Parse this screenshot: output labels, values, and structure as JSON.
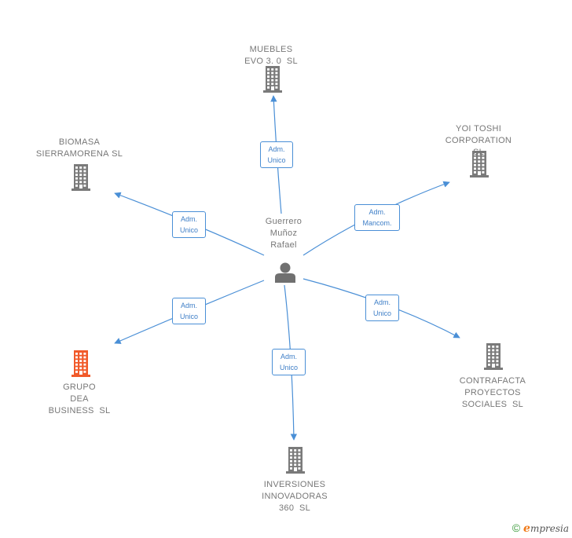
{
  "center": {
    "name": "Guerrero\nMuñoz\nRafael",
    "icon": "person-icon"
  },
  "companies": [
    {
      "id": "muebles",
      "name": "MUEBLES\nEVO 3. 0  SL",
      "role": "Adm.\nUnico",
      "highlight": false
    },
    {
      "id": "yoi",
      "name": "YOI TOSHI\nCORPORATION\nSL",
      "role": "Adm.\nMancom.",
      "highlight": false
    },
    {
      "id": "contrafacta",
      "name": "CONTRAFACTA\nPROYECTOS\nSOCIALES  SL",
      "role": "Adm.\nUnico",
      "highlight": false
    },
    {
      "id": "inversiones",
      "name": "INVERSIONES\nINNOVADORAS\n360  SL",
      "role": "Adm.\nUnico",
      "highlight": false
    },
    {
      "id": "grupo",
      "name": "GRUPO\nDEA\nBUSINESS  SL",
      "role": "Adm.\nUnico",
      "highlight": true
    },
    {
      "id": "biomasa",
      "name": "BIOMASA\nSIERRAMORENA SL",
      "role": "Adm.\nUnico",
      "highlight": false
    }
  ],
  "colors": {
    "edge": "#4a8fd6",
    "building": "#7a7a7a",
    "building_highlight": "#f15a2a",
    "person": "#707070"
  },
  "footer": {
    "copyright": "©",
    "brand_initial": "e",
    "brand_rest": "mpresia"
  }
}
